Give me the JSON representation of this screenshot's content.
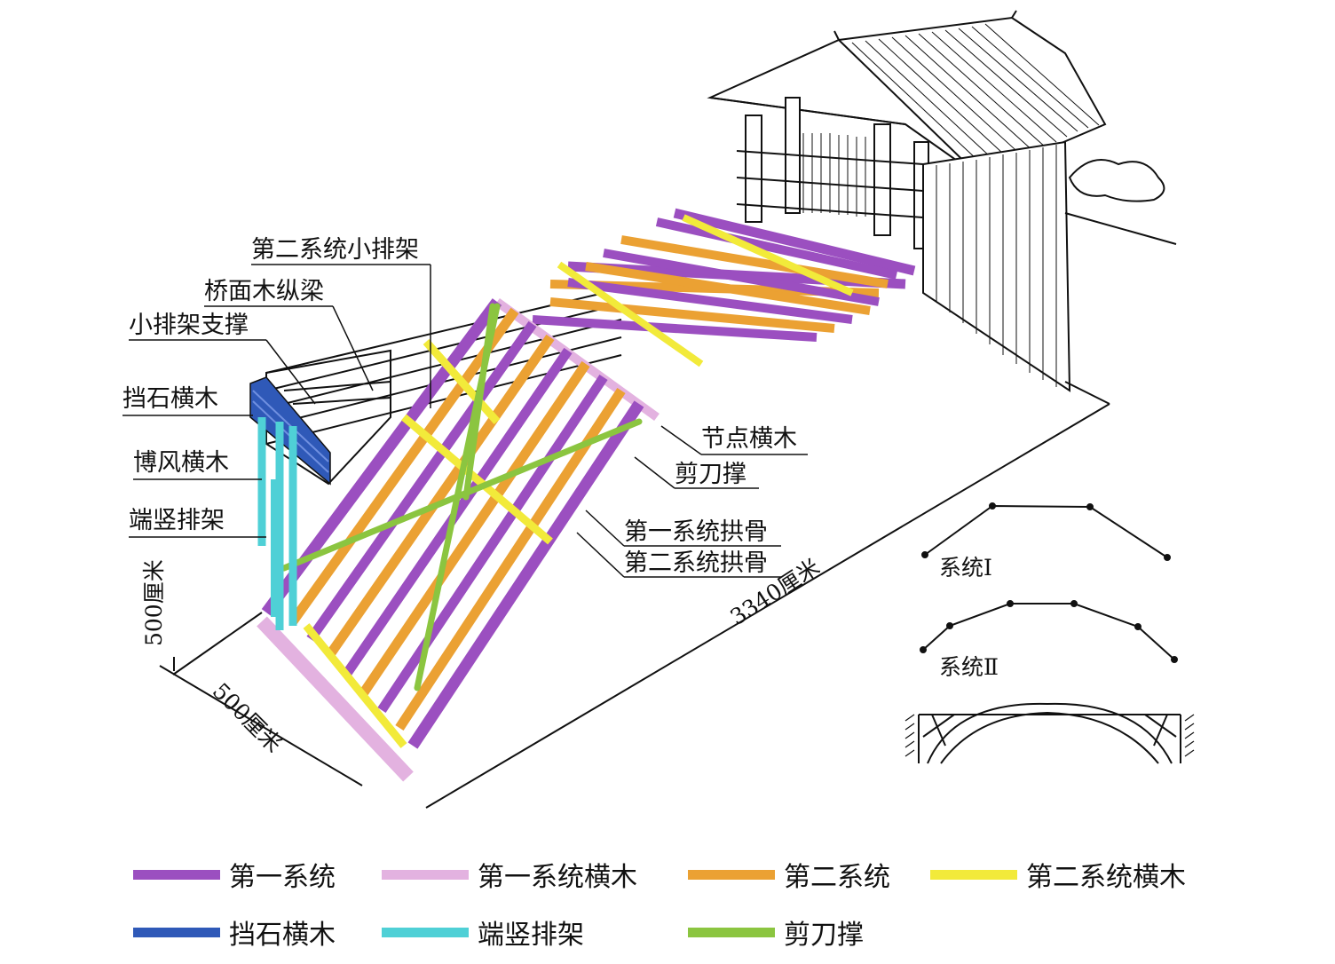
{
  "callouts": {
    "sys2_small_frame": "第二系统小排架",
    "deck_beam": "桥面木纵梁",
    "small_frame_brace": "小排架支撑",
    "stone_beam": "挡石横木",
    "wind_beam": "博风横木",
    "end_frame": "端竖排架",
    "node_beam": "节点横木",
    "scissor_brace": "剪刀撑",
    "sys1_arch": "第一系统拱骨",
    "sys2_arch": "第二系统拱骨"
  },
  "dimensions": {
    "height": "500厘米",
    "width": "500厘米",
    "length": "3340厘米"
  },
  "systems": {
    "sys1": "系统Ⅰ",
    "sys2": "系统Ⅱ"
  },
  "legend": [
    {
      "label": "第一系统",
      "color": "#9b4fc0"
    },
    {
      "label": "第一系统横木",
      "color": "#e3b2e0"
    },
    {
      "label": "第二系统",
      "color": "#eba133"
    },
    {
      "label": "第二系统横木",
      "color": "#f2ea3a"
    },
    {
      "label": "挡石横木",
      "color": "#2f59b8"
    },
    {
      "label": "端竖排架",
      "color": "#4fd0d6"
    },
    {
      "label": "剪刀撑",
      "color": "#8bc540"
    }
  ]
}
